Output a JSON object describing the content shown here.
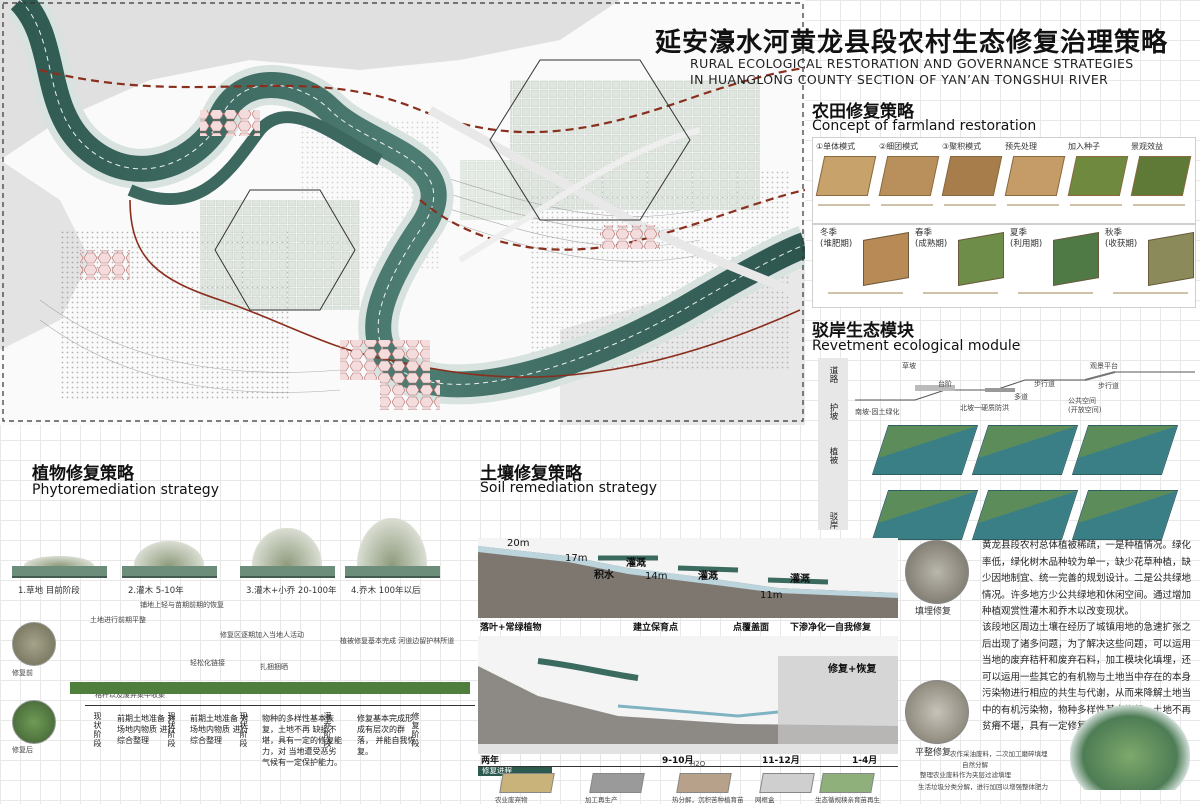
{
  "title": {
    "zh": "延安濠水河黄龙县段农村生态修复治理策略",
    "en1": "RURAL ECOLOGICAL RESTORATION AND GOVERNANCE STRATEGIES",
    "en2": "IN HUANGLONG COUNTY SECTION OF YAN’AN TONGSHUI RIVER"
  },
  "farmland": {
    "zh": "农田修复策略",
    "en": "Concept of farmland restoration",
    "modes": [
      "①单体模式",
      "②细团模式",
      "③聚积模式",
      "预先处理",
      "加入种子",
      "景观效益"
    ],
    "seasons": [
      "冬季\n(堆肥期)",
      "春季\n(成熟期)",
      "夏季\n(利用期)",
      "秋季\n(收获期)"
    ]
  },
  "revetment": {
    "zh": "驳岸生态模块",
    "en": "Revetment ecological module",
    "side": [
      "道路",
      "护坡",
      "植被",
      "驳岸"
    ],
    "labels": [
      "草坡",
      "台阶",
      "步行道",
      "观景平台",
      "多道",
      "步行道",
      "公共空间\n(开放空间)",
      "南坡-固土绿化",
      "北坡一硬质防洪"
    ]
  },
  "plant": {
    "zh": "植物修复策略",
    "en": "Phytoremediation strategy",
    "stages": [
      "1.草地 目前阶段",
      "2.灌木 5-10年",
      "3.灌木+小乔 20-100年",
      "4.乔木 100年以后"
    ],
    "labels": [
      "土地进行前期平整",
      "铺地上轻与苗期前期的恢复",
      "修复区逐期加入当地人活动",
      "轻松化链接",
      "扎捆捆晒",
      "秸秆",
      "植被修复基本完成 河道边留护林所道",
      "秸秆以及废弃集中收集",
      "修复前",
      "修复后"
    ],
    "steps": [
      "前期土地准备 对场地内物质 进行综合整理",
      "前期土地准备 对场地内物质 进行综合整理",
      "物种的多样性基本恢复，土地不再 缺损不堪，具有一定的修复能力，对 当地遭受恶劣气候有一定保护能力。",
      "修复基本完成形 成有层次的群落， 并能自我恢复。"
    ],
    "phase": [
      "现状阶段",
      "现状阶段",
      "现状阶段",
      "灌乔阶段",
      "修复阶段"
    ]
  },
  "soil": {
    "zh": "土壤修复策略",
    "en": "Soil remediation strategy",
    "heights": [
      "20m",
      "17m",
      "14m",
      "11m"
    ],
    "flow": [
      "灌溉",
      "积水",
      "灌溉",
      "灌溉"
    ],
    "captions": [
      "落叶+常绿植物",
      "建立保育点",
      "点覆盖面",
      "下渗净化一自我修复"
    ],
    "timeline_label": "修复进程",
    "timeline": [
      "两年",
      "9-10月",
      "11-12月",
      "1-4月"
    ],
    "repair": "修复+恢复",
    "process": [
      "农业废弃物",
      "加工再生产",
      "热分解，沉积苦种植育苗",
      "网框盒",
      "生态循规秧亲育苗再生",
      "H2O"
    ]
  },
  "desc": {
    "p1": "黄龙县段农村总体植被稀疏，一是种植情况。绿化率低，绿化树木品种较为单一，缺少花草种植，缺少因地制宜、统一完善的规划设计。二是公共绿地情况。许多地方少公共绿地和休闲空间。通过增加种植观赏性灌木和乔木以改变现状。",
    "p2": "该段地区周边土壤在经历了城镇用地的急速扩张之后出现了诸多问题，为了解决这些问题，可以运用当地的废弃秸秆和废弃石料，加工模块化填埋，还可以运用一些其它的有机物与土地当中存在的本身污染物进行相应的共生与代谢，从而来降解土地当中的有机污染物，物种多样性基本恢复，土地不再贫瘠不堪，具有一定修复能力。",
    "fill": "填埋修复",
    "flat": "平整修复",
    "notes": [
      "农作采油废料，二次加工磨碎填埋",
      "自然分解",
      "整理农业废料作为夹层过滤填埋",
      "生活垃圾分类分解，进行加回以增强整体肥力"
    ]
  }
}
